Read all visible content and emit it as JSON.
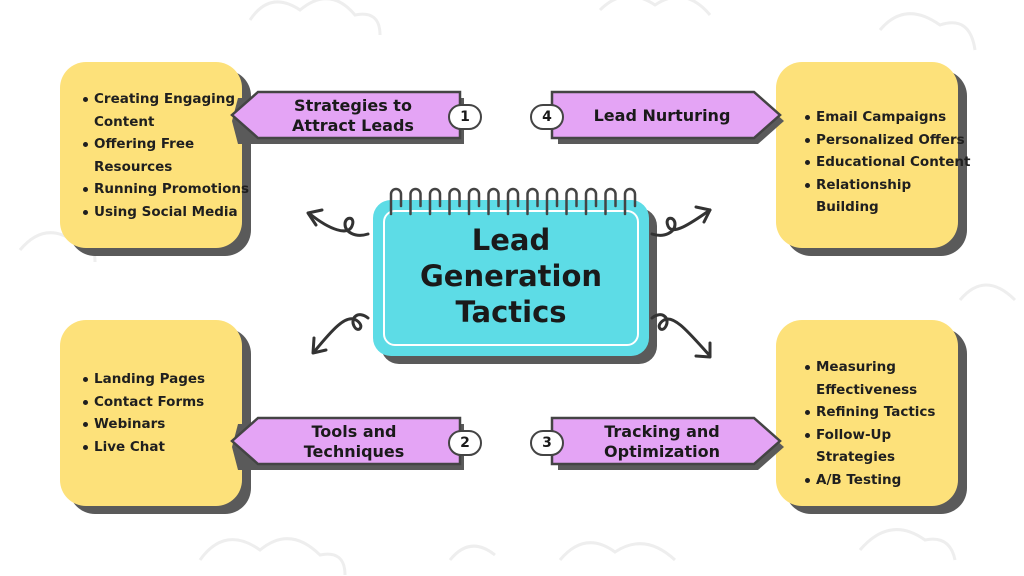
{
  "center": {
    "title_lines": [
      "Lead",
      "Generation",
      "Tactics"
    ]
  },
  "sections": [
    {
      "number": "1",
      "title": "Strategies to Attract Leads",
      "items": [
        "Creating Engaging Content",
        "Offering Free Resources",
        "Running Promotions",
        "Using Social Media"
      ]
    },
    {
      "number": "2",
      "title": "Tools and Techniques",
      "items": [
        "Landing Pages",
        "Contact Forms",
        "Webinars",
        "Live Chat"
      ]
    },
    {
      "number": "3",
      "title": "Tracking and Optimization",
      "items": [
        "Measuring Effectiveness",
        "Refining Tactics",
        "Follow-Up Strategies",
        "A/B Testing"
      ]
    },
    {
      "number": "4",
      "title": "Lead Nurturing",
      "items": [
        "Email Campaigns",
        "Personalized Offers",
        "Educational Content",
        "Relationship Building"
      ]
    }
  ],
  "colors": {
    "card": "#fde17a",
    "banner": "#e4a4f5",
    "center": "#5ddce6",
    "shadow": "#5a5a5a",
    "outline": "#444444"
  }
}
